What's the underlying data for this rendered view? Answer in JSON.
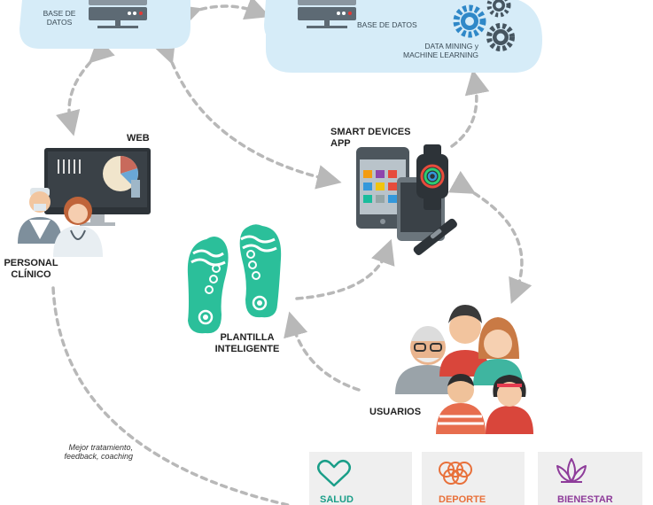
{
  "nodes": {
    "db_left": {
      "label_line1": "BASE DE",
      "label_line2": "DATOS"
    },
    "db_right": {
      "label": "BASE DE DATOS",
      "label2_line1": "DATA MINING y",
      "label2_line2": "MACHINE LEARNING"
    },
    "web": {
      "label": "WEB"
    },
    "personal": {
      "label_line1": "PERSONAL",
      "label_line2": "CLÍNICO"
    },
    "smart": {
      "label_line1": "SMART DEVICES",
      "label_line2": "APP"
    },
    "insole": {
      "label_line1": "PLANTILLA",
      "label_line2": "INTELIGENTE"
    },
    "users": {
      "label": "USUARIOS"
    },
    "note": {
      "line1": "Mejor tratamiento,",
      "line2": "feedback, coaching"
    }
  },
  "cards": [
    {
      "label": "SALUD",
      "color": "#1a9e88",
      "icon": "heart-icon"
    },
    {
      "label": "DEPORTE",
      "color": "#e8703a",
      "icon": "olympic-rings-icon"
    },
    {
      "label": "BIENESTAR",
      "color": "#8e3c9a",
      "icon": "lotus-icon"
    }
  ],
  "colors": {
    "cloud": "#d6ecf8",
    "gear": "#2f88c8",
    "arrow": "#b8b8b8",
    "insole": "#2bbf9a"
  }
}
